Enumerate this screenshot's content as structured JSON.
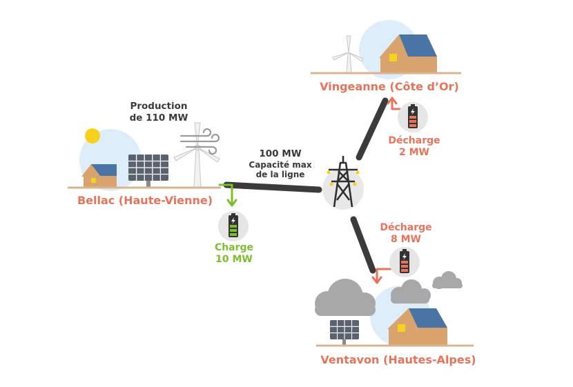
{
  "sites": {
    "bellac": {
      "name": "Bellac (Haute-Vienne)",
      "production_line1": "Production",
      "production_line2": "de 110 MW",
      "charge_label": "Charge",
      "charge_value": "10 MW"
    },
    "vingeanne": {
      "name": "Vingeanne (Côte d’Or)",
      "discharge_label": "Décharge",
      "discharge_value": "2 MW"
    },
    "ventavon": {
      "name": "Ventavon (Hautes-Alpes)",
      "discharge_label": "Décharge",
      "discharge_value": "8 MW"
    }
  },
  "line": {
    "capacity_value": "100 MW",
    "capacity_line1": "Capacité max",
    "capacity_line2": "de la ligne"
  },
  "colors": {
    "location_text": "#e8735a",
    "charge_green": "#7bbf2d",
    "discharge_orange": "#e8735a",
    "power_line": "#3d3a3a",
    "ground": "#d9b48f",
    "sky_circle": "#ddeefa",
    "house_wall": "#d9a36e",
    "house_roof": "#4a73a6",
    "cloud_gray": "#a8a8a8",
    "sun": "#f7d21c"
  },
  "icons": [
    "sun-icon",
    "solar-panel-icon",
    "wind-turbine-icon",
    "house-icon",
    "battery-icon",
    "pylon-icon",
    "cloud-icon",
    "wind-gust-icon"
  ]
}
